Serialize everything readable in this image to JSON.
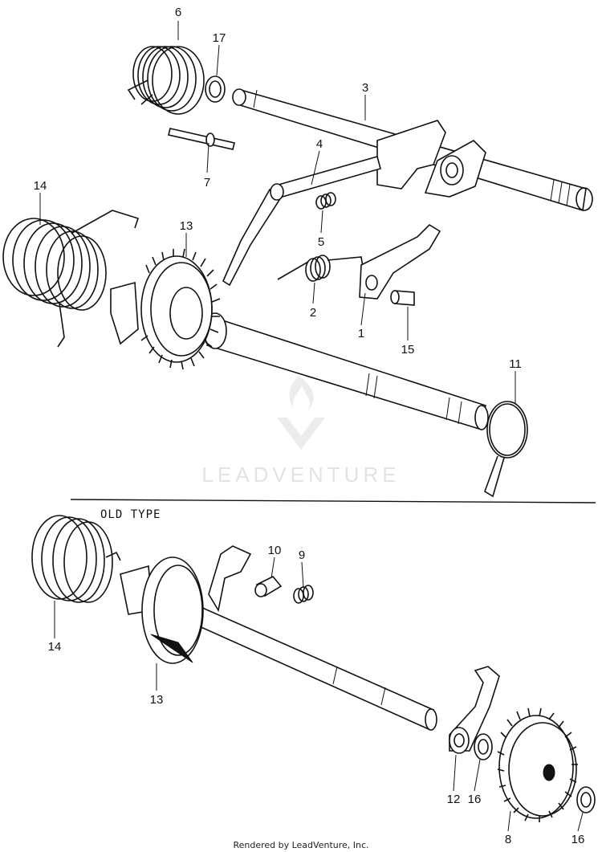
{
  "diagram": {
    "section_label": "OLD TYPE",
    "watermark": "LEADVENTURE",
    "footer": "Rendered by LeadVenture, Inc.",
    "callouts": [
      "6",
      "17",
      "3",
      "4",
      "7",
      "14",
      "13",
      "5",
      "2",
      "1",
      "15",
      "11",
      "10",
      "9",
      "14",
      "13",
      "12",
      "16",
      "8",
      "16"
    ]
  }
}
